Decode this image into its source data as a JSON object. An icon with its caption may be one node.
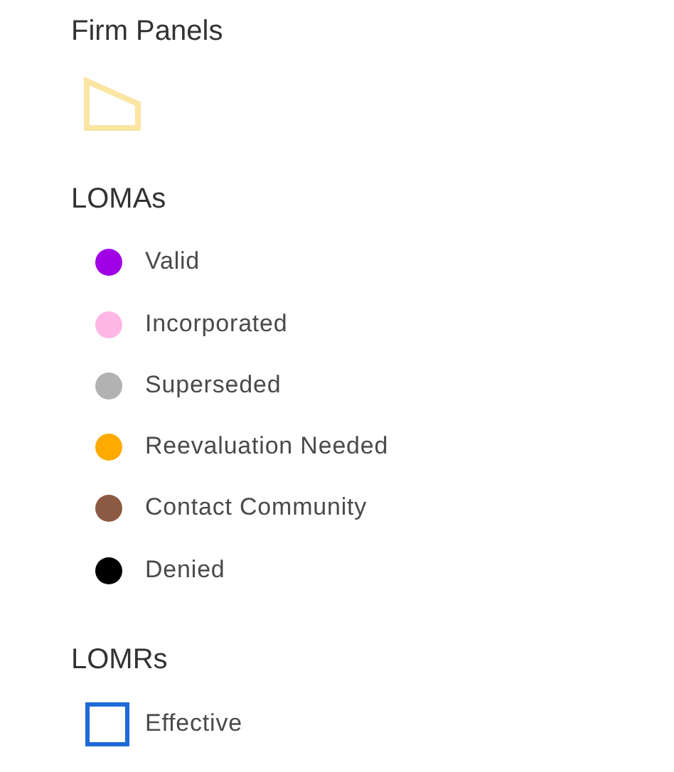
{
  "diagram": {
    "labels": [
      "Firm Panels",
      "LOMAs",
      "LOMRs"
    ],
    "legend": [
      {
        "text": "Valid",
        "color": "#a100e6"
      },
      {
        "text": "Incorporated",
        "color": "#ffb8e6"
      },
      {
        "text": "Superseded",
        "color": "#b2b2b2"
      },
      {
        "text": "Reevaluation Needed",
        "color": "#ffaa00"
      },
      {
        "text": "Contact Community",
        "color": "#8c5a42"
      },
      {
        "text": "Denied",
        "color": "#000000"
      },
      {
        "text": "Effective"
      }
    ]
  }
}
